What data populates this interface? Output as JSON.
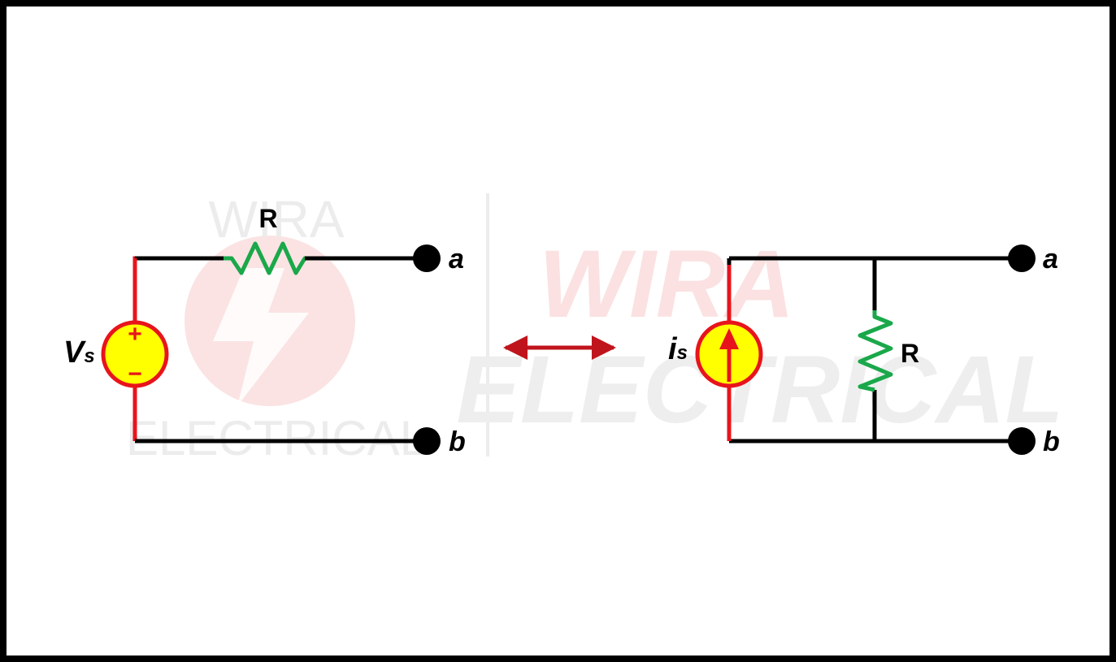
{
  "watermark": {
    "small_top": "WIRA",
    "small_bottom": "ELECTRICAL",
    "large_top": "WIRA",
    "large_bottom": "ELECTRICAL"
  },
  "left_circuit": {
    "source_label": "V",
    "source_subscript": "s",
    "plus_sign": "+",
    "minus_sign": "−",
    "resistor_label": "R",
    "terminal_top": "a",
    "terminal_bottom": "b"
  },
  "right_circuit": {
    "source_label": "i",
    "source_subscript": "s",
    "resistor_label": "R",
    "terminal_top": "a",
    "terminal_bottom": "b"
  },
  "colors": {
    "wire": "#000000",
    "source_wire": "#e8141c",
    "source_fill": "#ffff00",
    "resistor": "#1aa84a",
    "arrow": "#c0141c"
  }
}
